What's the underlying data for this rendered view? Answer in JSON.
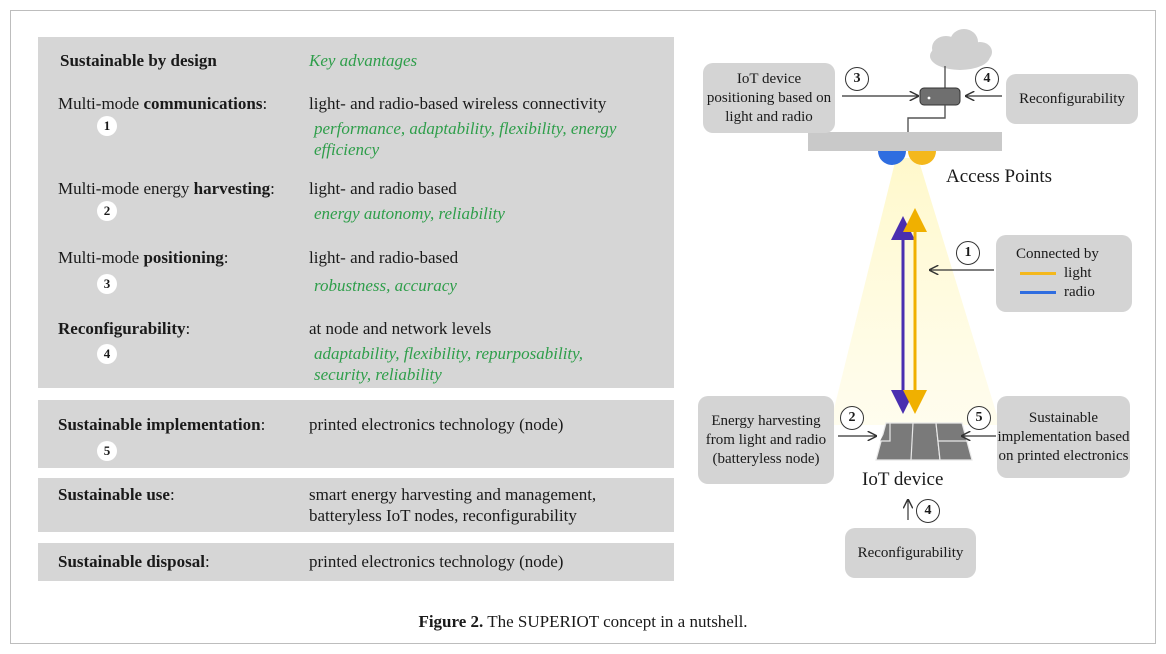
{
  "table": {
    "header": {
      "left": "Sustainable by design",
      "right": "Key advantages"
    },
    "rows": [
      {
        "label_pre": "Multi-mode ",
        "label_bold": "communications",
        "label_post": ":",
        "num": "1",
        "value": "light- and radio-based wireless connectivity",
        "advantages": "performance, adaptability, flexibility, energy efficiency"
      },
      {
        "label_pre": "Multi-mode energy ",
        "label_bold": "harvesting",
        "label_post": ":",
        "num": "2",
        "value": "light- and radio based",
        "advantages": "energy autonomy, reliability"
      },
      {
        "label_pre": "Multi-mode ",
        "label_bold": "positioning",
        "label_post": ":",
        "num": "3",
        "value": "light- and radio-based",
        "advantages": "robustness, accuracy"
      },
      {
        "label_pre": "",
        "label_bold": "Reconfigurability",
        "label_post": ":",
        "num": "4",
        "value": "at node and network levels",
        "advantages": "adaptability, flexibility, repurposability, security, reliability"
      }
    ],
    "implementation": {
      "label": "Sustainable implementation",
      "colon": ":",
      "num": "5",
      "value": "printed electronics technology (node)"
    },
    "use": {
      "label": "Sustainable use",
      "colon": ":",
      "value": "smart energy harvesting and management, batteryless IoT nodes, reconfigurability"
    },
    "disposal": {
      "label": "Sustainable disposal",
      "colon": ":",
      "value": "printed electronics technology (node)"
    }
  },
  "diagram": {
    "positioning_box": "IoT device positioning based on light and radio",
    "reconfig_top_box": "Reconfigurability",
    "access_points_label": "Access Points",
    "connected_box": {
      "title": "Connected by",
      "light": "light",
      "radio": "radio"
    },
    "harvesting_box": "Energy harvesting from light and radio (batteryless node)",
    "printed_box": "Sustainable implementation based on printed electronics",
    "iot_device_label": "IoT device",
    "reconfig_bottom_box": "Reconfigurability",
    "numbers": {
      "n1": "1",
      "n2": "2",
      "n3": "3",
      "n4_top": "4",
      "n4_bottom": "4",
      "n5": "5"
    },
    "colors": {
      "light": "#f4b81c",
      "radio": "#2f6de0",
      "beam": "#fff6b0",
      "panel": "#d6d6d6"
    }
  },
  "caption": {
    "label": "Figure 2.",
    "text": " The SUPERIOT concept in a nutshell."
  }
}
